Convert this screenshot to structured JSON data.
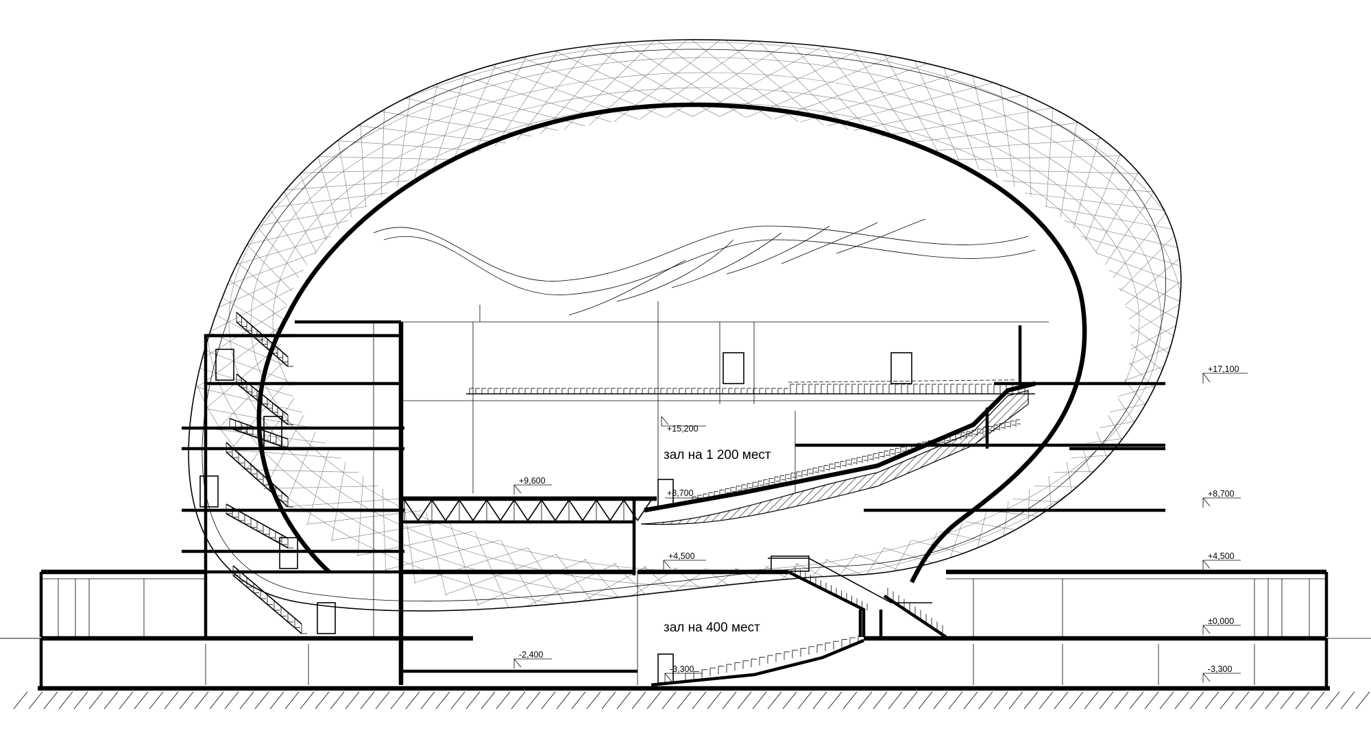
{
  "hall_labels": {
    "upper": "зал на 1 200 мест",
    "lower": "зал на 400 мест"
  },
  "level_marks": {
    "m17100": "+17,100",
    "m15200": "+15,200",
    "m9600": "+9,600",
    "m8700_in": "+8,700",
    "m8700_out": "+8,700",
    "m4500_in": "+4,500",
    "m4500_out": "+4,500",
    "m0000": "±0,000",
    "m2400": "-2,400",
    "m3300_in": "-3,300",
    "m3300_out": "-3,300"
  },
  "colors": {
    "line": "#000000",
    "background": "#ffffff",
    "grid": "#777777"
  }
}
